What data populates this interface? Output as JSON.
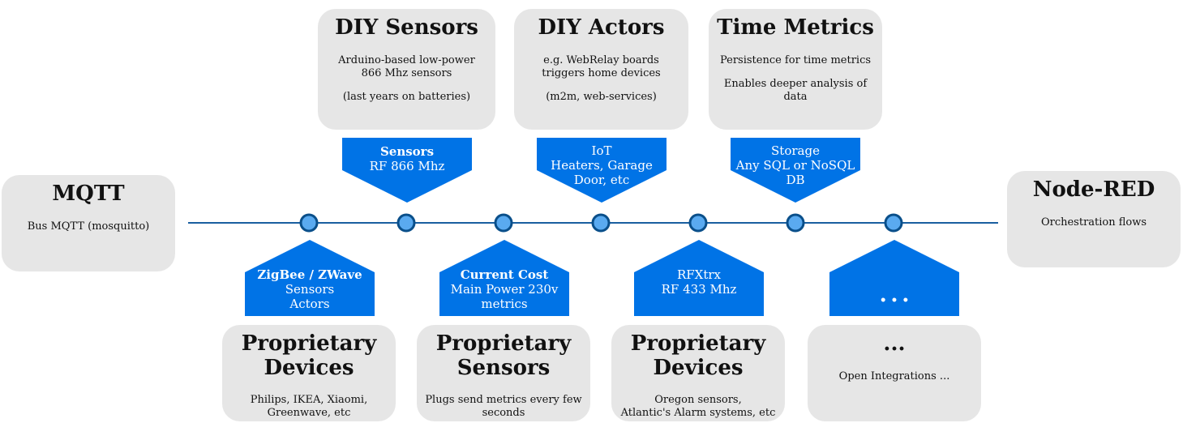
{
  "colors": {
    "accent": "#0073e6",
    "line": "#1a5fa0",
    "card": "#e6e6e6",
    "node_fill": "#5aaaf0",
    "node_stroke": "#0a4f8a"
  },
  "left_card": {
    "title": "MQTT",
    "lines": [
      "Bus MQTT (mosquitto)"
    ]
  },
  "right_card": {
    "title": "Node-RED",
    "lines": [
      "Orchestration flows"
    ]
  },
  "top_cards": [
    {
      "title": "DIY Sensors",
      "lines": [
        "Arduino-based low-power",
        "866 Mhz sensors",
        "",
        "(last years on batteries)"
      ]
    },
    {
      "title": "DIY Actors",
      "lines": [
        "e.g. WebRelay boards",
        "triggers home devices",
        "",
        "(m2m, web-services)"
      ]
    },
    {
      "title": "Time Metrics",
      "lines": [
        "Persistence for time metrics",
        "",
        "Enables deeper analysis of",
        "data"
      ]
    }
  ],
  "top_tags": [
    {
      "title": "Sensors",
      "lines": [
        "RF 866 Mhz"
      ]
    },
    {
      "title": "",
      "lines": [
        "IoT",
        "Heaters, Garage",
        "Door, etc"
      ]
    },
    {
      "title": "",
      "lines": [
        "Storage",
        "Any SQL or NoSQL",
        "DB"
      ]
    }
  ],
  "bottom_tags": [
    {
      "title": "ZigBee / ZWave",
      "lines": [
        "Sensors",
        "Actors"
      ]
    },
    {
      "title": "Current Cost",
      "lines": [
        "Main Power 230v",
        "metrics"
      ]
    },
    {
      "title": "",
      "lines": [
        "RFXtrx",
        "RF 433 Mhz"
      ]
    },
    {
      "title": "",
      "lines": [
        "• • •"
      ]
    }
  ],
  "bottom_cards": [
    {
      "title": [
        "Proprietary",
        "Devices"
      ],
      "lines": [
        "Philips, IKEA, Xiaomi,",
        "Greenwave, etc"
      ]
    },
    {
      "title": [
        "Proprietary",
        "Sensors"
      ],
      "lines": [
        "Plugs send metrics every few",
        "seconds"
      ]
    },
    {
      "title": [
        "Proprietary",
        "Devices"
      ],
      "lines": [
        "Oregon sensors,",
        "Atlantic's Alarm systems, etc"
      ]
    },
    {
      "title": [
        "..."
      ],
      "lines": [
        "Open Integrations ..."
      ]
    }
  ]
}
